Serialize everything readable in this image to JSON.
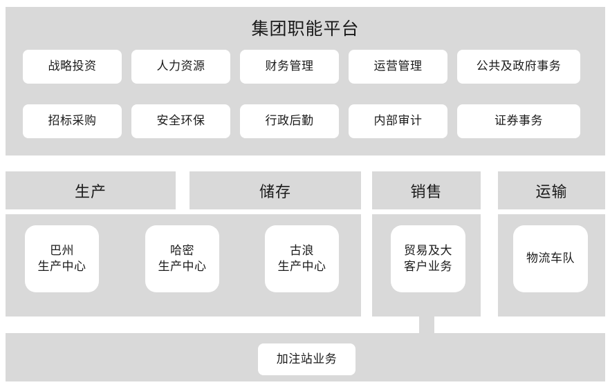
{
  "colors": {
    "panel_gray": "#d9d9d9",
    "card_white": "#ffffff",
    "text": "#1a1a1a",
    "background": "#ffffff"
  },
  "platform": {
    "title": "集团职能平台",
    "rows": [
      [
        {
          "label": "战略投资"
        },
        {
          "label": "人力资源"
        },
        {
          "label": "财务管理"
        },
        {
          "label": "运营管理"
        },
        {
          "label": "公共及政府事务"
        }
      ],
      [
        {
          "label": "招标采购"
        },
        {
          "label": "安全环保"
        },
        {
          "label": "行政后勤"
        },
        {
          "label": "内部审计"
        },
        {
          "label": "证券事务"
        }
      ]
    ]
  },
  "sections": [
    {
      "key": "production",
      "header": "生产",
      "cards": [
        {
          "label": "巴州\n生产中心",
          "line1": "巴州",
          "line2": "生产中心"
        },
        {
          "label": "哈密\n生产中心",
          "line1": "哈密",
          "line2": "生产中心"
        },
        {
          "label": "古浪\n生产中心",
          "line1": "古浪",
          "line2": "生产中心"
        }
      ]
    },
    {
      "key": "storage",
      "header": "储存",
      "cards": []
    },
    {
      "key": "sales",
      "header": "销售",
      "cards": [
        {
          "label": "贸易及大客户业务",
          "line1": "贸易及大",
          "line2": "客户业务"
        }
      ]
    },
    {
      "key": "transport",
      "header": "运输",
      "cards": [
        {
          "label": "物流车队",
          "line1": "物流车队",
          "line2": ""
        }
      ]
    }
  ],
  "bottom": {
    "card": {
      "label": "加注站业务"
    }
  }
}
